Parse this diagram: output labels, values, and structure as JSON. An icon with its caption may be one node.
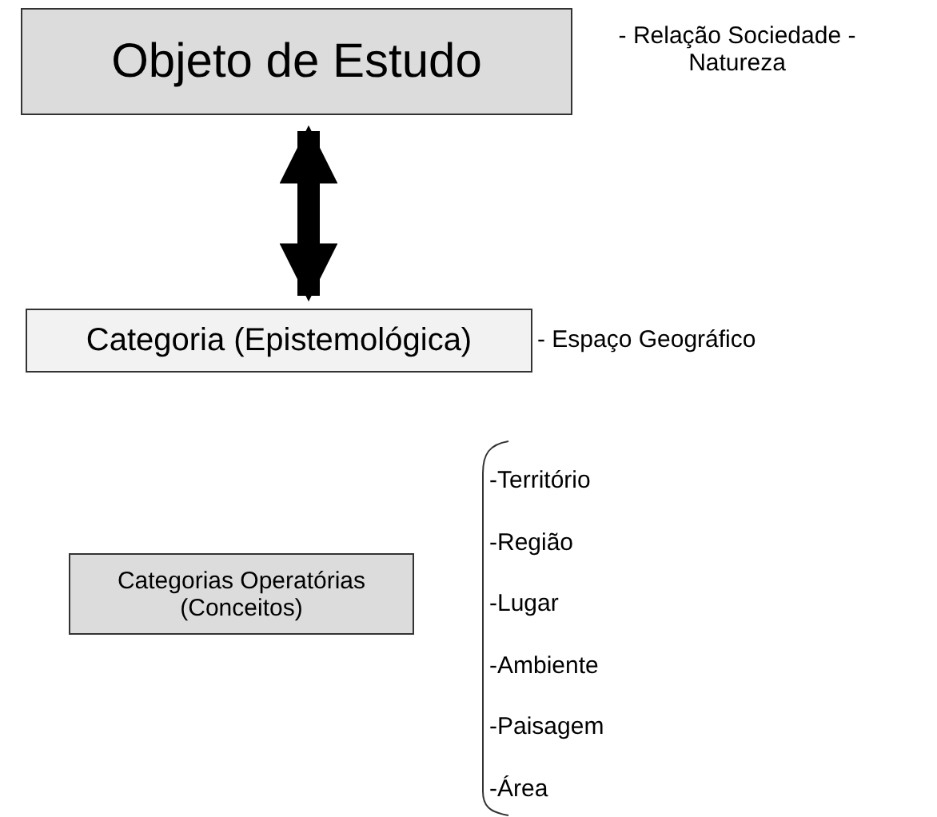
{
  "diagram": {
    "nodes": [
      {
        "text": [
          "Objeto de Estudo"
        ],
        "beside": [
          "- Relação Sociedade - Natureza"
        ]
      },
      {
        "text": [
          "Categoria (Epistemológica)"
        ],
        "beside": [
          "- Espaço Geográfico"
        ]
      },
      {
        "text": [
          "Categorias Operatórias (Conceitos)"
        ]
      }
    ],
    "edges": [
      {
        "from": 0,
        "to": 1,
        "arrow": "both"
      }
    ],
    "labels": [
      "-Território",
      "-Região",
      "-Lugar",
      "-Ambiente",
      "-Paisagem",
      "-Área"
    ]
  }
}
